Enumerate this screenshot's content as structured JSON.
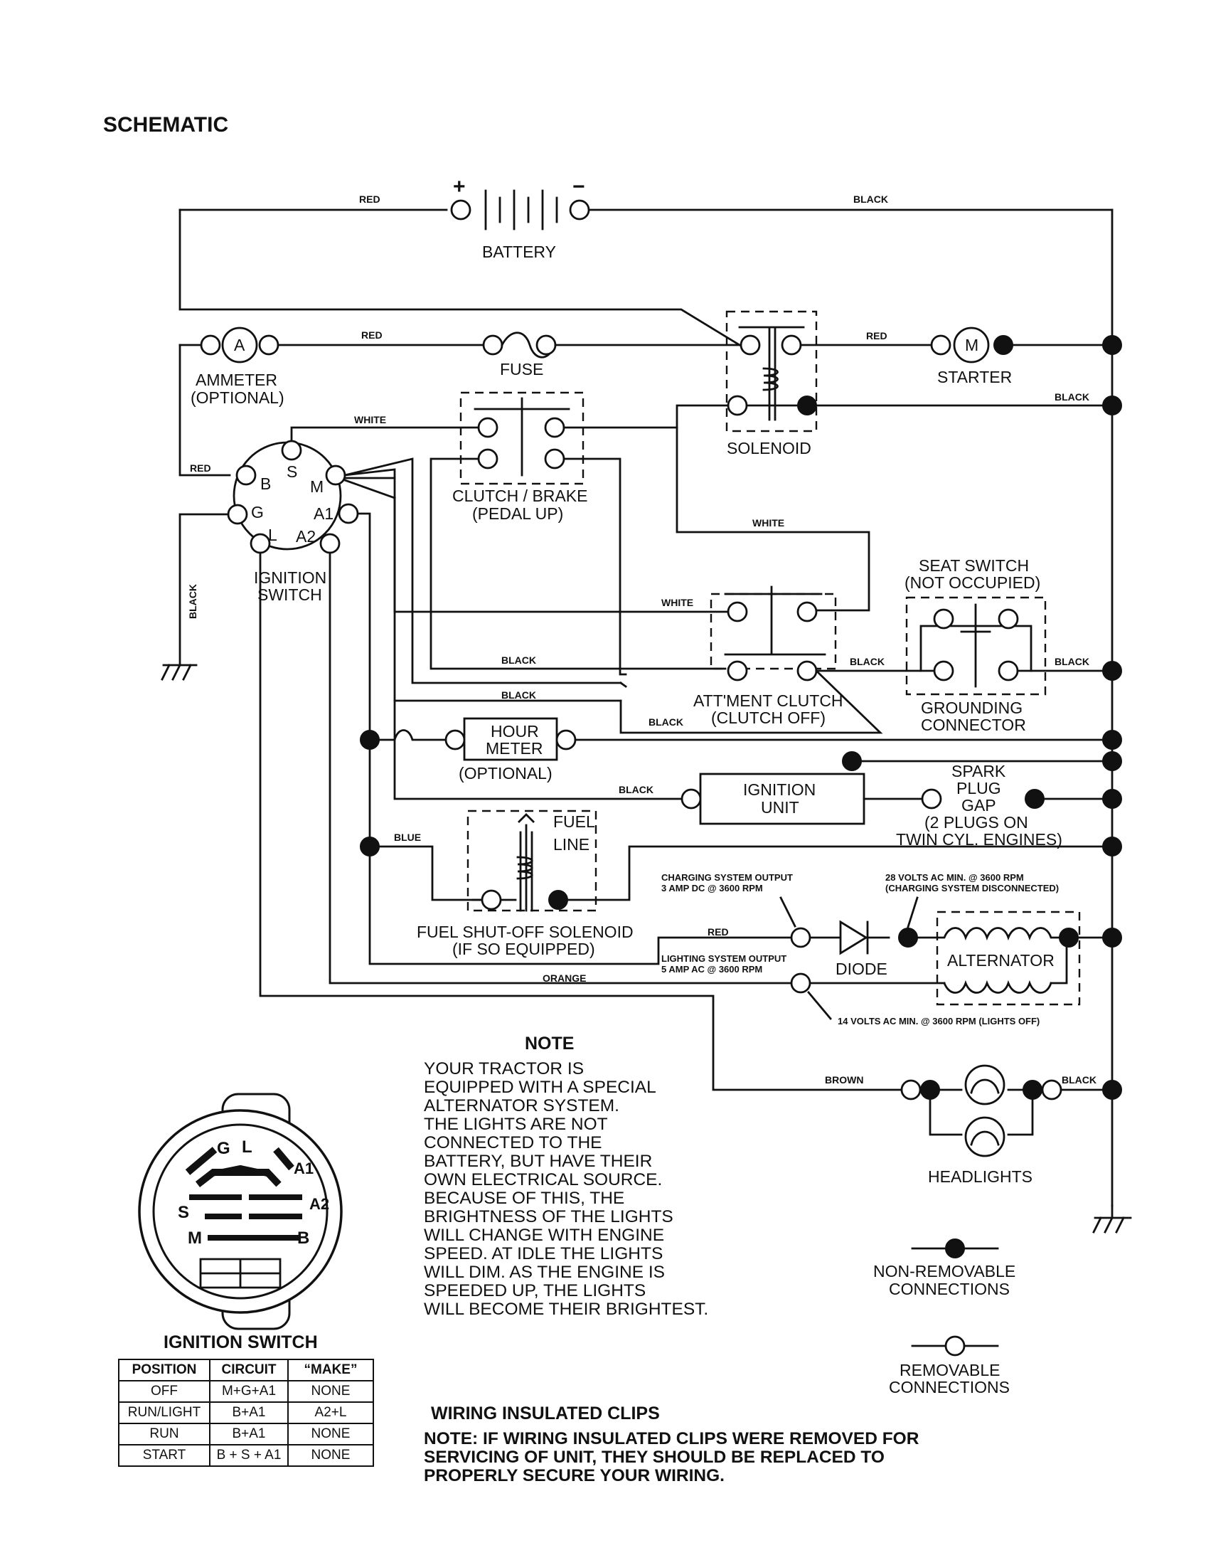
{
  "title": "SCHEMATIC",
  "components": {
    "battery": "BATTERY",
    "battery_plus": "+",
    "battery_minus": "−",
    "ammeter_symbol": "A",
    "ammeter_line1": "AMMETER",
    "ammeter_line2": "(OPTIONAL)",
    "fuse": "FUSE",
    "solenoid": "SOLENOID",
    "starter_symbol": "M",
    "starter": "STARTER",
    "clutch_brake_line1": "CLUTCH / BRAKE",
    "clutch_brake_line2": "(PEDAL UP)",
    "ignition_switch_line1": "IGNITION",
    "ignition_switch_line2": "SWITCH",
    "terminal_b": "B",
    "terminal_s": "S",
    "terminal_m": "M",
    "terminal_g": "G",
    "terminal_a1": "A1",
    "terminal_l": "L",
    "terminal_a2": "A2",
    "seat_switch_line1": "SEAT SWITCH",
    "seat_switch_line2": "(NOT OCCUPIED)",
    "grounding_line1": "GROUNDING",
    "grounding_line2": "CONNECTOR",
    "attment_line1": "ATT'MENT CLUTCH",
    "attment_line2": "(CLUTCH OFF)",
    "hour_meter_line1": "HOUR",
    "hour_meter_line2": "METER",
    "hour_meter_line3": "(OPTIONAL)",
    "ignition_unit_line1": "IGNITION",
    "ignition_unit_line2": "UNIT",
    "spark_line1": "SPARK",
    "spark_line2": "PLUG",
    "spark_line3": "GAP",
    "spark_line4": "(2 PLUGS ON",
    "spark_line5": "TWIN CYL. ENGINES)",
    "fuel_line1": "FUEL",
    "fuel_line2": "LINE",
    "fuel_sol_line1": "FUEL SHUT-OFF SOLENOID",
    "fuel_sol_line2": "(IF SO EQUIPPED)",
    "charging_line1": "CHARGING SYSTEM OUTPUT",
    "charging_line2": "3 AMP DC @ 3600 RPM",
    "volts28_line1": "28 VOLTS AC MIN. @ 3600 RPM",
    "volts28_line2": "(CHARGING SYSTEM DISCONNECTED)",
    "diode": "DIODE",
    "alternator": "ALTERNATOR",
    "lighting_line1": "LIGHTING SYSTEM OUTPUT",
    "lighting_line2": "5 AMP AC @ 3600 RPM",
    "volts14": "14 VOLTS AC MIN. @ 3600 RPM (LIGHTS OFF)",
    "headlights": "HEADLIGHTS"
  },
  "wire_colors": {
    "red": "RED",
    "black": "BLACK",
    "white": "WHITE",
    "blue": "BLUE",
    "orange": "ORANGE",
    "brown": "BROWN"
  },
  "note": {
    "heading": "NOTE",
    "lines": [
      "YOUR TRACTOR IS",
      "EQUIPPED WITH A SPECIAL",
      "ALTERNATOR SYSTEM.",
      "THE LIGHTS ARE NOT",
      "CONNECTED TO THE",
      "BATTERY, BUT HAVE THEIR",
      "OWN ELECTRICAL SOURCE.",
      "BECAUSE OF THIS, THE",
      "BRIGHTNESS OF THE LIGHTS",
      "WILL CHANGE WITH ENGINE",
      "SPEED.  AT IDLE THE LIGHTS",
      "WILL DIM.  AS THE ENGINE IS",
      "SPEEDED UP, THE LIGHTS",
      "WILL BECOME THEIR BRIGHTEST."
    ]
  },
  "legend": {
    "nonremovable_line1": "NON-REMOVABLE",
    "nonremovable_line2": "CONNECTIONS",
    "removable_line1": "REMOVABLE",
    "removable_line2": "CONNECTIONS"
  },
  "clips": {
    "heading": "WIRING INSULATED CLIPS",
    "line1": "NOTE: IF WIRING INSULATED CLIPS WERE REMOVED FOR",
    "line2": "SERVICING OF UNIT, THEY SHOULD BE REPLACED TO",
    "line3": "PROPERLY SECURE YOUR WIRING."
  },
  "ignition_switch_face": {
    "title": "IGNITION SWITCH",
    "g": "G",
    "l": "L",
    "a1": "A1",
    "a2": "A2",
    "s": "S",
    "m": "M",
    "b": "B"
  },
  "switch_table": {
    "headers": [
      "POSITION",
      "CIRCUIT",
      "“MAKE”"
    ],
    "rows": [
      [
        "OFF",
        "M+G+A1",
        "NONE"
      ],
      [
        "RUN/LIGHT",
        "B+A1",
        "A2+L"
      ],
      [
        "RUN",
        "B+A1",
        "NONE"
      ],
      [
        "START",
        "B + S + A1",
        "NONE"
      ]
    ]
  }
}
